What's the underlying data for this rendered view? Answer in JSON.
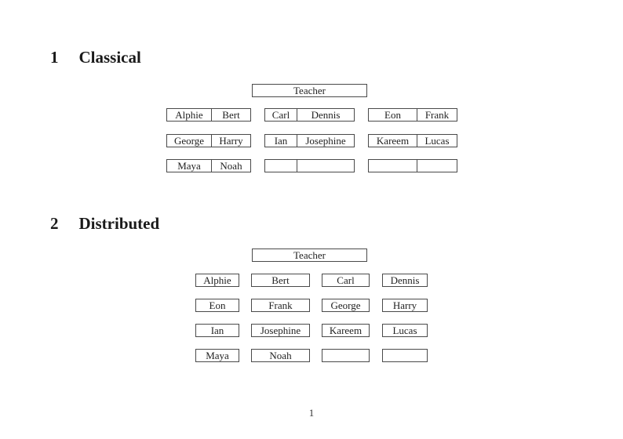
{
  "document": {
    "page_number": "1"
  },
  "colors": {
    "background": "#ffffff",
    "text": "#1f1f1f",
    "box_border": "#4a4a4a"
  },
  "sections": {
    "classical": {
      "number": "1",
      "title": "Classical",
      "teacher": "Teacher",
      "desks": [
        {
          "rows": [
            [
              "Alphie",
              "Bert"
            ],
            [
              "George",
              "Harry"
            ],
            [
              "Maya",
              "Noah"
            ]
          ]
        },
        {
          "rows": [
            [
              "Carl",
              "Dennis"
            ],
            [
              "Ian",
              "Josephine"
            ],
            [
              "",
              ""
            ]
          ]
        },
        {
          "rows": [
            [
              "Eon",
              "Frank"
            ],
            [
              "Kareem",
              "Lucas"
            ],
            [
              "",
              ""
            ]
          ]
        }
      ]
    },
    "distributed": {
      "number": "2",
      "title": "Distributed",
      "teacher": "Teacher",
      "rows": [
        [
          "Alphie",
          "Bert",
          "Carl",
          "Dennis"
        ],
        [
          "Eon",
          "Frank",
          "George",
          "Harry"
        ],
        [
          "Ian",
          "Josephine",
          "Kareem",
          "Lucas"
        ],
        [
          "Maya",
          "Noah",
          "",
          ""
        ]
      ]
    }
  }
}
